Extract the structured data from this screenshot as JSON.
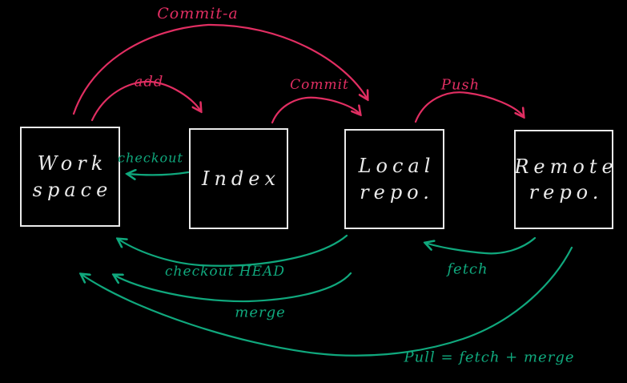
{
  "colors": {
    "bg": "#000000",
    "red": "#e12e62",
    "green": "#10a87d",
    "box-border": "#eaeaea",
    "box-text": "#eaeaea"
  },
  "boxes": [
    {
      "id": "workspace",
      "line1": "Work",
      "line2": "space"
    },
    {
      "id": "index",
      "line1": "Index",
      "line2": ""
    },
    {
      "id": "local-repo",
      "line1": "Local",
      "line2": "repo."
    },
    {
      "id": "remote-repo",
      "line1": "Remote",
      "line2": "repo."
    }
  ],
  "edges": [
    {
      "id": "commit-a",
      "label": "Commit-a",
      "color": "red",
      "from": "workspace",
      "to": "local-repo"
    },
    {
      "id": "add",
      "label": "add",
      "color": "red",
      "from": "workspace",
      "to": "index"
    },
    {
      "id": "commit",
      "label": "Commit",
      "color": "red",
      "from": "index",
      "to": "local-repo"
    },
    {
      "id": "push",
      "label": "Push",
      "color": "red",
      "from": "local-repo",
      "to": "remote-repo"
    },
    {
      "id": "checkout",
      "label": "checkout",
      "color": "green",
      "from": "index",
      "to": "workspace"
    },
    {
      "id": "checkout-head",
      "label": "checkout HEAD",
      "color": "green",
      "from": "local-repo",
      "to": "workspace"
    },
    {
      "id": "merge",
      "label": "merge",
      "color": "green",
      "from": "local-repo",
      "to": "workspace"
    },
    {
      "id": "fetch",
      "label": "fetch",
      "color": "green",
      "from": "remote-repo",
      "to": "local-repo"
    },
    {
      "id": "pull",
      "label": "Pull = fetch + merge",
      "color": "green",
      "from": "remote-repo",
      "to": "workspace"
    }
  ]
}
